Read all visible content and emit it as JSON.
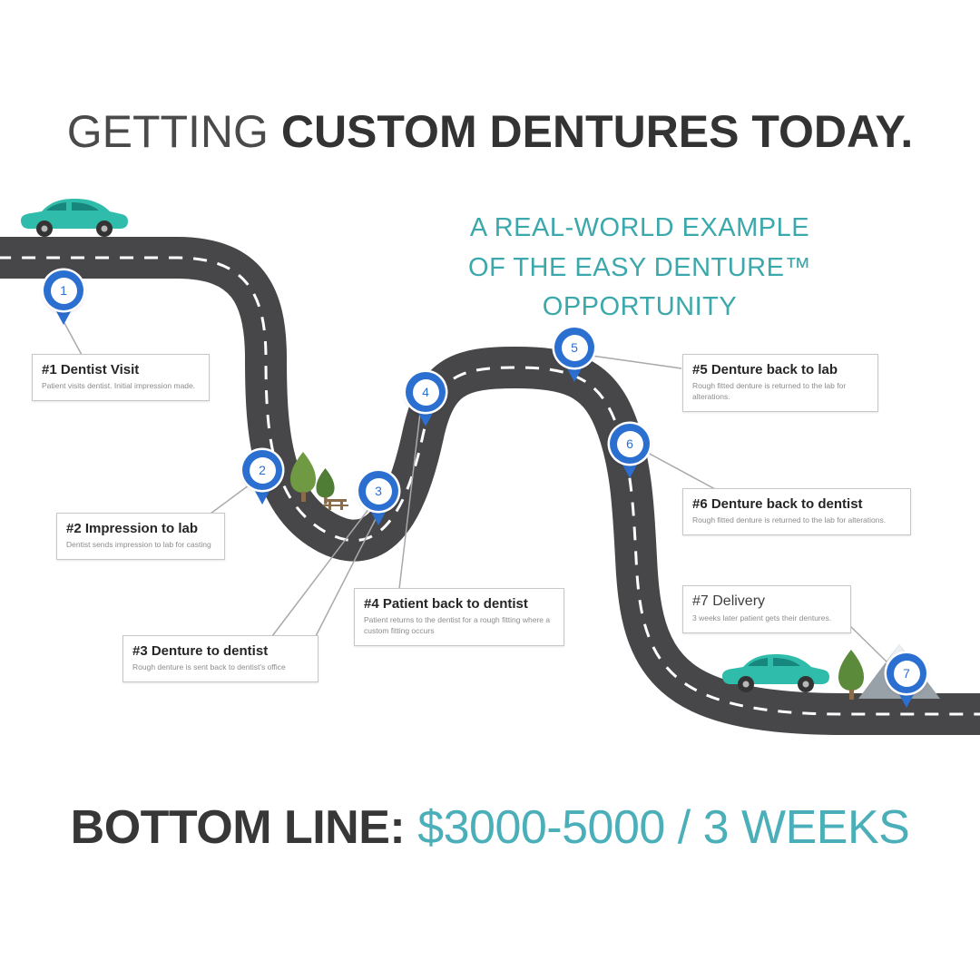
{
  "title": {
    "light": "GETTING",
    "bold": "CUSTOM DENTURES TODAY."
  },
  "subtitle": {
    "line1": "A REAL-WORLD EXAMPLE",
    "line2": "OF THE EASY DENTURE™ OPPORTUNITY"
  },
  "steps": [
    {
      "number": "1",
      "title": "#1 Dentist Visit",
      "description": "Patient visits dentist. Initial impression made."
    },
    {
      "number": "2",
      "title": "#2 Impression to lab",
      "description": "Dentist sends impression to lab for casting"
    },
    {
      "number": "3",
      "title": "#3 Denture to dentist",
      "description": "Rough denture is sent back to dentist's office"
    },
    {
      "number": "4",
      "title": "#4 Patient back to dentist",
      "description": "Patient returns to the dentist for a rough fitting where a custom fitting occurs"
    },
    {
      "number": "5",
      "title": "#5 Denture back to lab",
      "description": "Rough fitted denture is returned to the lab for alterations."
    },
    {
      "number": "6",
      "title": "#6 Denture back to dentist",
      "description": "Rough fitted denture is returned to the lab for alterations."
    },
    {
      "number": "7",
      "title": "#7 Delivery",
      "description": "3 weeks later patient gets their dentures."
    }
  ],
  "bottom_line": {
    "label": "BOTTOM LINE:",
    "value": "$3000-5000 / 3 WEEKS"
  },
  "colors": {
    "teal_text": "#3BA8AC",
    "bottom_teal": "#4AAFB8",
    "road_gray": "#474749",
    "pin_blue": "#2B6FD0",
    "car_teal": "#2FBCAB",
    "title_dark": "#333333"
  }
}
